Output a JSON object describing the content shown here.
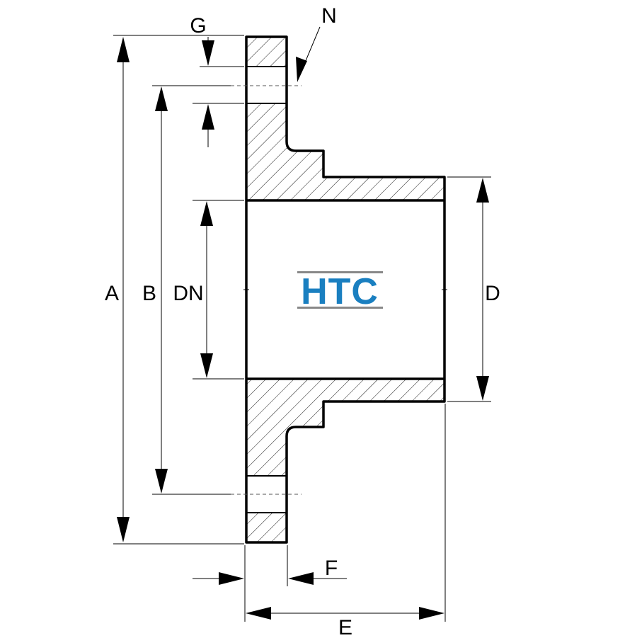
{
  "logo": {
    "text": "HTC",
    "color": "#1a7fc0",
    "bar_color": "#888888"
  },
  "labels": {
    "a": "A",
    "b": "B",
    "dn": "DN",
    "d": "D",
    "e": "E",
    "f": "F",
    "g": "G",
    "n": "N"
  }
}
